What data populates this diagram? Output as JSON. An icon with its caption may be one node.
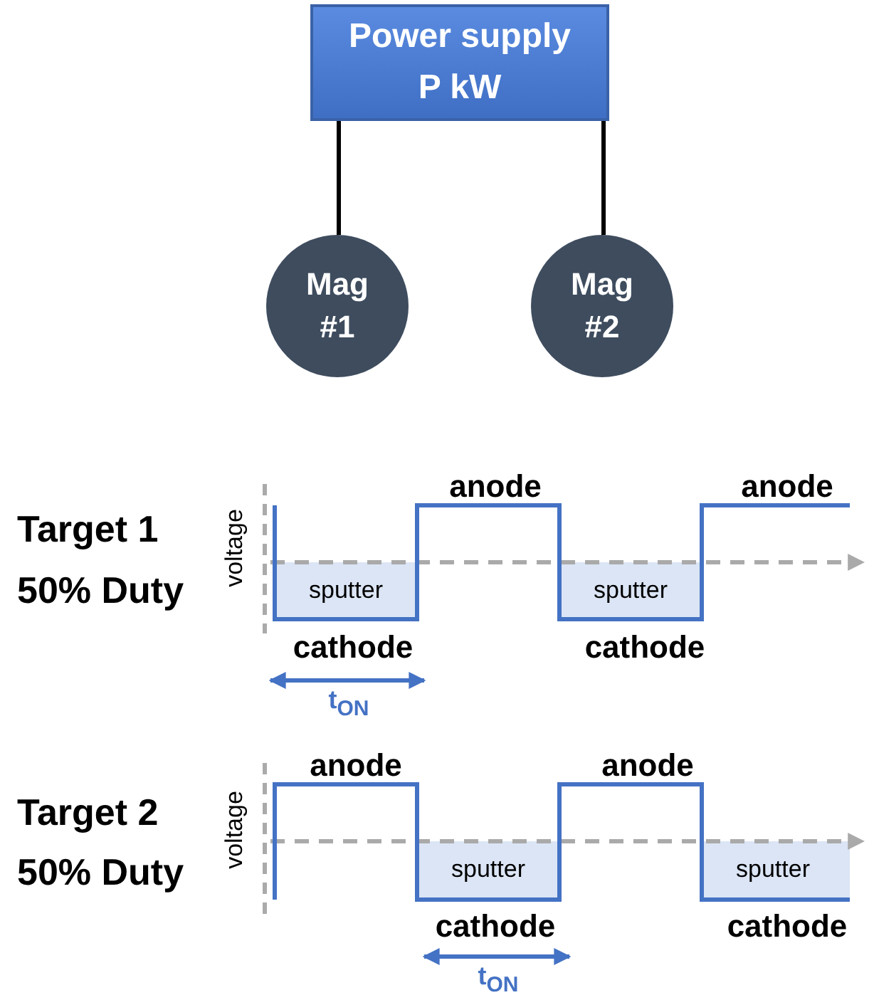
{
  "diagram": {
    "nodes": [
      {
        "text": [
          "Power supply",
          "P kW"
        ]
      },
      {
        "text": [
          "Mag #1"
        ]
      },
      {
        "text": [
          "Mag #2"
        ]
      }
    ],
    "edges": [
      {
        "from": 0,
        "to": 1,
        "arrow": "none"
      },
      {
        "from": 0,
        "to": 2,
        "arrow": "none"
      }
    ],
    "labels": [
      "anode",
      "anode",
      "Target 1",
      "voltage",
      "sputter",
      "sputter",
      "50% Duty",
      "cathode",
      "cathode",
      "t$_{ON}$",
      "anode",
      "anode",
      "Target 2",
      "voltage",
      "sputter",
      "sputter",
      "50% Duty",
      "cathode",
      "cathode",
      "t$_{ON}$"
    ]
  }
}
